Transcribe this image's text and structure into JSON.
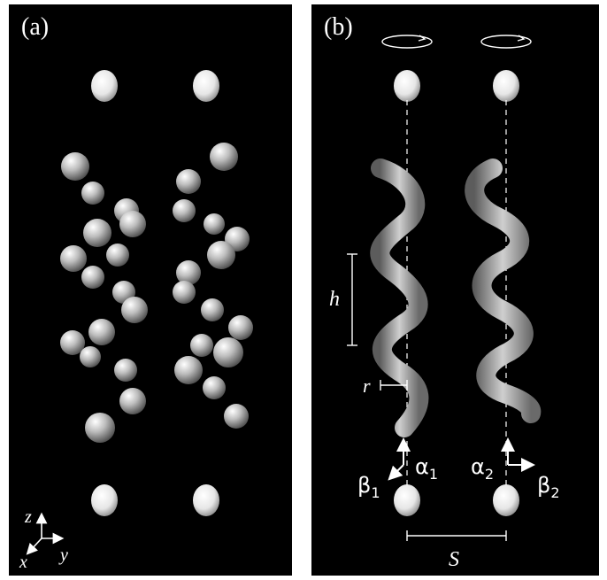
{
  "panel_a": {
    "label": "(a)",
    "axes": {
      "z": "z",
      "x": "x",
      "y": "y"
    }
  },
  "panel_b": {
    "label": "(b)",
    "h": "h",
    "r": "r",
    "S": "S",
    "alpha1": "α",
    "alpha1_sub": "1",
    "beta1": "β",
    "beta1_sub": "1",
    "alpha2": "α",
    "alpha2_sub": "2",
    "beta2": "β",
    "beta2_sub": "2"
  },
  "colors": {
    "background": "#000000",
    "sphere": "#c8c8c8",
    "annotation": "#ffffff"
  }
}
